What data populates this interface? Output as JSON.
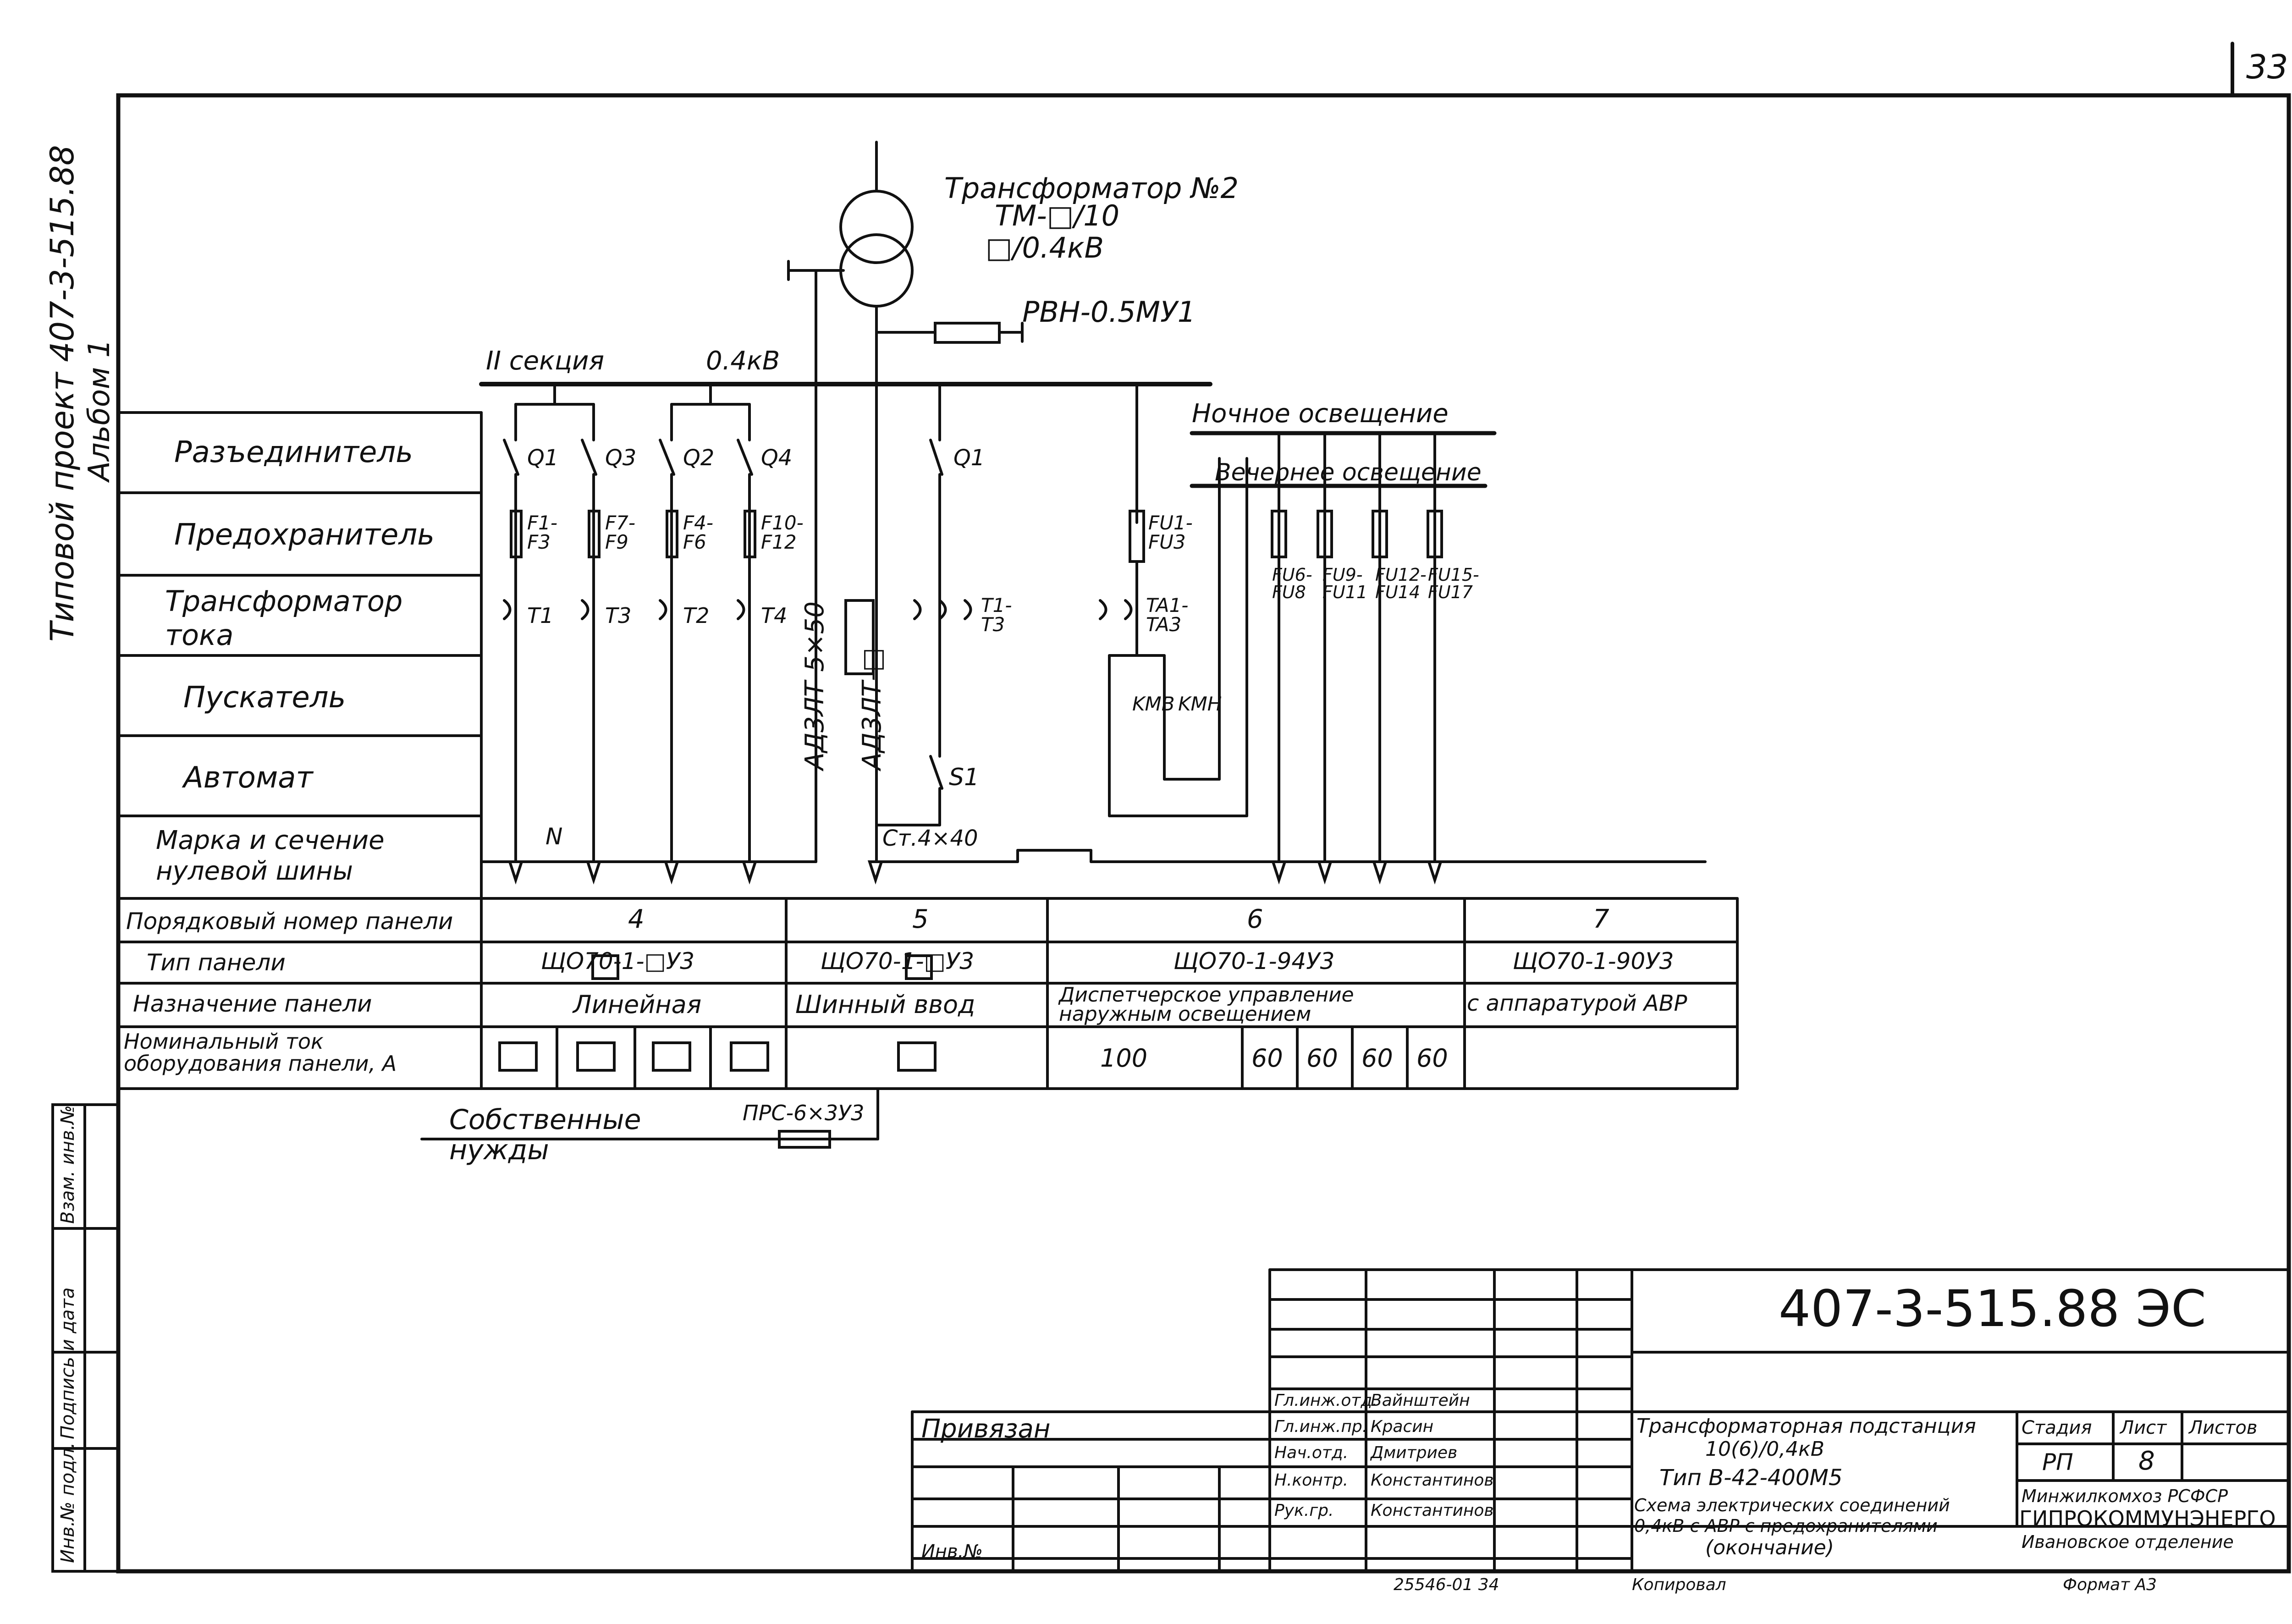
{
  "sheet_number": "33",
  "side_project_line": "Типовой проект 407-3-515.88",
  "side_album_line": "Альбом 1",
  "side_stamp": [
    "Инв.№ подл.",
    "Подпись и дата",
    "Взам. инв.№"
  ],
  "transformer": {
    "title": "Трансформатор №2",
    "type_line": "ТМ-□/10",
    "voltage_line": "□/0.4кВ",
    "arrester": "РВН-0.5МУ1"
  },
  "bus": {
    "section": "II секция",
    "voltage": "0.4кВ"
  },
  "row_labels": [
    "Разъединитель",
    "Предохранитель",
    "Трансформатор тока",
    "Пускатель",
    "Автомат",
    "Марка и сечение нулевой шины"
  ],
  "switches": [
    "Q1",
    "Q3",
    "Q2",
    "Q4",
    "Q1"
  ],
  "fuses": [
    "F1-F3",
    "F7-F9",
    "F4-F6",
    "F10-F12",
    "FU1-FU3"
  ],
  "current_transformers": [
    "T1",
    "T3",
    "T2",
    "T4",
    "T1-T3",
    "TA1-TA3"
  ],
  "cable_vertical_1": "АД3ЛТ-5×50",
  "cable_vertical_2": "АД3ЛТ-□",
  "lighting": {
    "night": "Ночное освещение",
    "evening": "Вечернее освещение",
    "fuses": [
      "FU6-FU8",
      "FU9-FU11",
      "FU12-FU14",
      "FU15-FU17"
    ],
    "starters": [
      "KMB",
      "KMH"
    ]
  },
  "automat": "S1",
  "neutral_bus": {
    "mark": "N",
    "section": "Ст.4×40"
  },
  "table": {
    "row_headers": [
      "Порядковый номер панели",
      "Тип панели",
      "Назначение панели",
      "Номинальный ток оборудования панели, А"
    ],
    "panels": [
      {
        "number": "4",
        "type": "ЩО70-1-□У3",
        "purpose": "Линейная",
        "currents": [
          "□",
          "□",
          "□",
          "□"
        ]
      },
      {
        "number": "5",
        "type": "ЩО70-1-□У3",
        "purpose": "Шинный ввод",
        "currents": [
          "□"
        ]
      },
      {
        "number": "6",
        "type": "ЩО70-1-94У3",
        "purpose": "Диспетчерское управление наружным освещением",
        "currents": [
          "100",
          "60",
          "60",
          "60",
          "60"
        ]
      },
      {
        "number": "7",
        "type": "ЩО70-1-90У3",
        "purpose": "с аппаратурой АВР",
        "currents": [
          ""
        ]
      }
    ]
  },
  "own_needs": {
    "label": "Собственные нужды",
    "cable": "ПРС-6×3У3"
  },
  "title_block": {
    "code": "407-3-515.88 ЭС",
    "privyazan": "Привязан",
    "inv": "Инв.№",
    "roles": [
      "Гл.инж.отд.",
      "Гл.инж.пр.",
      "Нач.отд.",
      "Н.контр.",
      "Рук.гр."
    ],
    "names": [
      "Вайнштейн",
      "Красин",
      "Дмитриев",
      "Константинов",
      "Константинов"
    ],
    "project_title": [
      "Трансформаторная подстанция",
      "10(6)/0,4кВ",
      "Тип В-42-400М5"
    ],
    "sheet_title": [
      "Схема электрических соединений",
      "0,4кВ с АВР с предохранителями",
      "(окончание)"
    ],
    "col_headers": [
      "Стадия",
      "Лист",
      "Листов"
    ],
    "stage": "РП",
    "sheet": "8",
    "org": [
      "Минжилкомхоз РСФСР",
      "ГИПРОКОММУНЭНЕРГО",
      "Ивановское отделение"
    ]
  },
  "footer": {
    "copy_no": "25546-01 34",
    "copied_by": "Копировал",
    "format": "Формат А3"
  }
}
